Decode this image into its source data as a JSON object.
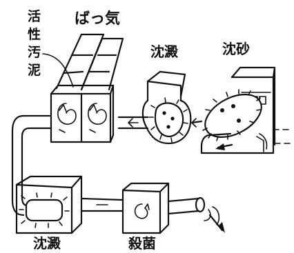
{
  "labels": {
    "activated_sludge": [
      "活",
      "性",
      "汚",
      "泥"
    ],
    "aeration": "ばっ気",
    "sedimentation_top": "沈澱",
    "grit_chamber": "沈砂",
    "sedimentation_bottom": "沈澱",
    "disinfection": "殺菌"
  }
}
